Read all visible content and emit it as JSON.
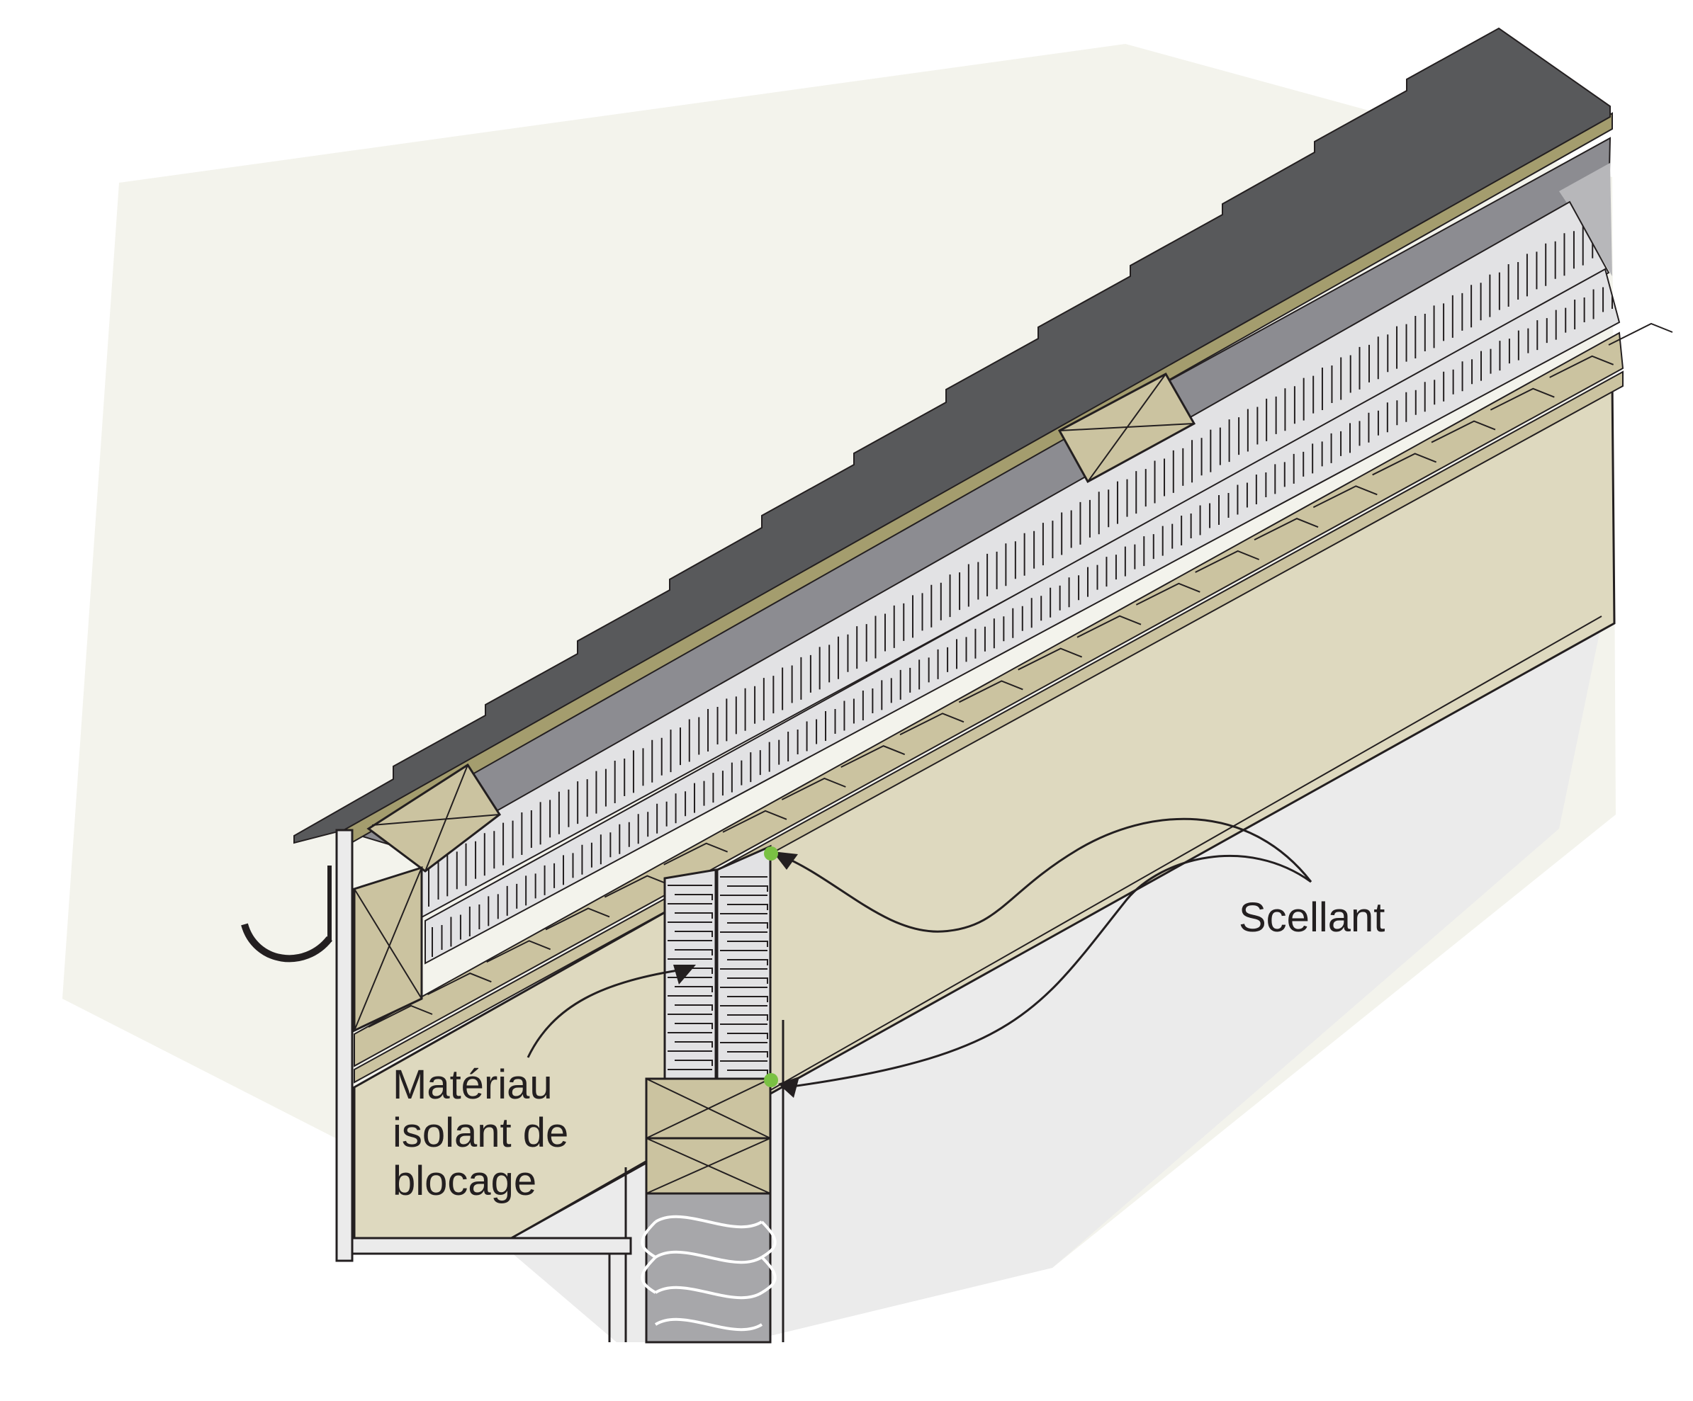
{
  "labels": {
    "sealant": "Scellant",
    "blocking_line1": "Matériau",
    "blocking_line2": "isolant de",
    "blocking_line3": "blocage"
  },
  "colors": {
    "background_plane": "#f3f3ec",
    "wall_plane": "#ebebeb",
    "drywall_tan": "#ded9bf",
    "wood": "#cbc3a0",
    "olive_strip": "#a49d6e",
    "shingle": "#58595b",
    "membrane": "#8c8c91",
    "rigid_insulation": "#e2e2e4",
    "batt_insulation": "#a7a7aa",
    "sealant_dot": "#7ac143",
    "outline": "#231f20"
  }
}
